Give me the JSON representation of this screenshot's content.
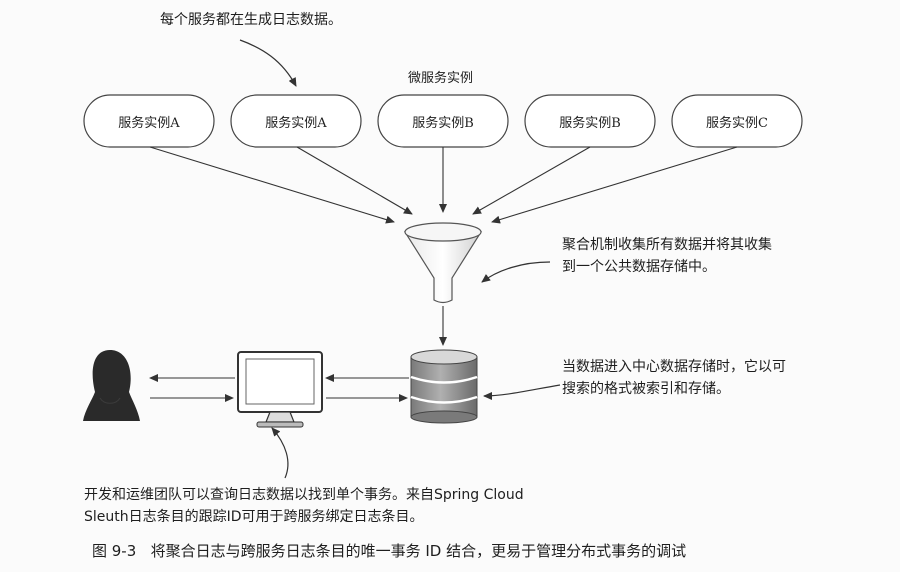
{
  "notes": {
    "top": "每个服务都在生成日志数据。",
    "group_label": "微服务实例",
    "aggregation_line1": "聚合机制收集所有数据并将其收集",
    "aggregation_line2": "到一个公共数据存储中。",
    "index_line1": "当数据进入中心数据存储时，它以可",
    "index_line2": "搜索的格式被索引和存储。",
    "team_line1": "开发和运维团队可以查询日志数据以找到单个事务。来自Spring Cloud",
    "team_line2": "Sleuth日志条目的跟踪ID可用于跨服务绑定日志条目。"
  },
  "services": [
    {
      "label": "服务实例A"
    },
    {
      "label": "服务实例A"
    },
    {
      "label": "服务实例B"
    },
    {
      "label": "服务实例B"
    },
    {
      "label": "服务实例C"
    }
  ],
  "caption": "图 9-3   将聚合日志与跨服务日志条目的唯一事务 ID 结合，更易于管理分布式事务的调试",
  "colors": {
    "stroke": "#333333",
    "db_fill": "#8a8a8a",
    "person": "#2a2a2a"
  }
}
